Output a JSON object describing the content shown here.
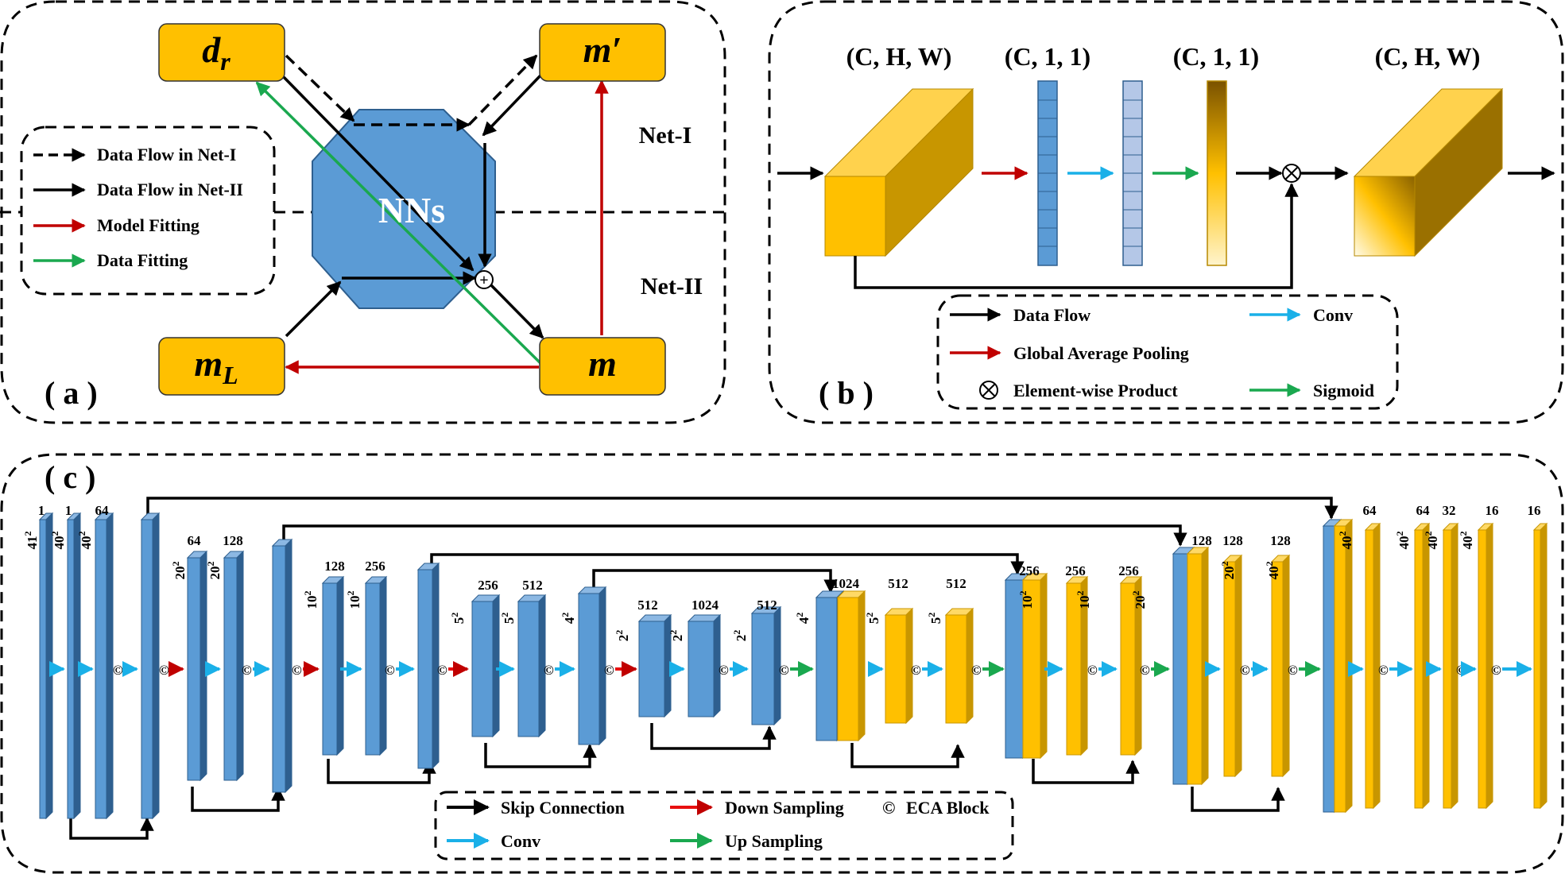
{
  "panel_a": {
    "label": "( a )",
    "node_dr": "d",
    "node_dr_sub": "r",
    "node_mprime": "m′",
    "node_ml": "m",
    "node_ml_sub": "L",
    "node_m": "m",
    "center_label": "NNs",
    "net1_label": "Net-I",
    "net2_label": "Net-II",
    "legend": [
      {
        "label": "Data Flow in Net-I",
        "style": "dashed",
        "color": "#000000"
      },
      {
        "label": "Data Flow in Net-II",
        "style": "solid",
        "color": "#000000"
      },
      {
        "label": "Model Fitting",
        "style": "solid",
        "color": "#c00000"
      },
      {
        "label": "Data Fitting",
        "style": "solid",
        "color": "#1aa84f"
      }
    ]
  },
  "panel_b": {
    "label": "( b )",
    "dims": [
      "(C, H, W)",
      "(C, 1, 1)",
      "(C, 1, 1)",
      "(C, H, W)"
    ],
    "legend_left": [
      {
        "label": "Data Flow",
        "color": "#000000",
        "kind": "arrow"
      },
      {
        "label": "Global Average Pooling",
        "color": "#c00000",
        "kind": "arrow"
      },
      {
        "label": "Element-wise Product",
        "color": "#000000",
        "kind": "otimes"
      }
    ],
    "legend_right": [
      {
        "label": "Conv",
        "color": "#1ab0e8",
        "kind": "arrow"
      },
      {
        "label": "Sigmoid",
        "color": "#1aa84f",
        "kind": "arrow"
      }
    ]
  },
  "panel_c": {
    "label": "( c )",
    "channel_labels": [
      "1",
      "1",
      "64",
      "64",
      "128",
      "128",
      "256",
      "256",
      "512",
      "512",
      "1024",
      "512",
      "1024",
      "512",
      "512",
      "256",
      "256",
      "256",
      "128",
      "128",
      "128",
      "64",
      "64",
      "32",
      "16",
      "16"
    ],
    "size_labels": [
      "41",
      "40",
      "40",
      "20",
      "20",
      "10",
      "10",
      "5",
      "5",
      "4",
      "2",
      "2",
      "2",
      "4",
      "5",
      "5",
      "10",
      "10",
      "20",
      "20",
      "40",
      "40",
      "40",
      "40",
      "40"
    ],
    "size_exponent": "2",
    "eca_symbol": "©",
    "legend": [
      {
        "label": "Skip Connection",
        "color": "#000000"
      },
      {
        "label": "Down Sampling",
        "color": "#e81010"
      },
      {
        "label": "ECA Block",
        "color": "#000000",
        "kind": "symbol"
      },
      {
        "label": "Conv",
        "color": "#1ab0e8"
      },
      {
        "label": "Up Sampling",
        "color": "#1aa84f"
      }
    ]
  },
  "colors": {
    "gold": "#ffc000",
    "gold_dark": "#c89600",
    "blue": "#5b9bd5",
    "blue_dark": "#2e5f8f",
    "red": "#c00000",
    "green": "#1aa84f",
    "cyan": "#1ab0e8"
  }
}
